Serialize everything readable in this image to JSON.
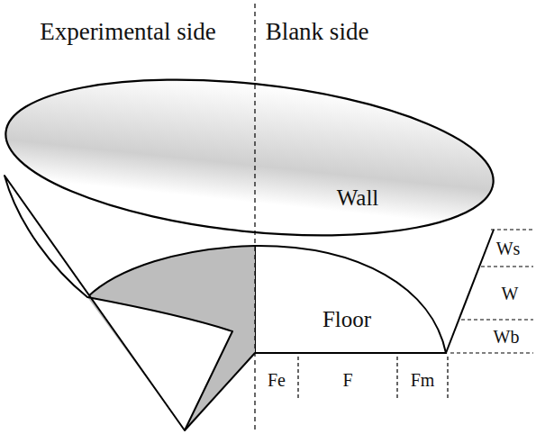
{
  "diagram": {
    "labels": [
      "Experimental side",
      "Blank side",
      "Wall",
      "Floor",
      "Ws",
      "W",
      "Wb",
      "Fe",
      "F",
      "Fm"
    ]
  }
}
